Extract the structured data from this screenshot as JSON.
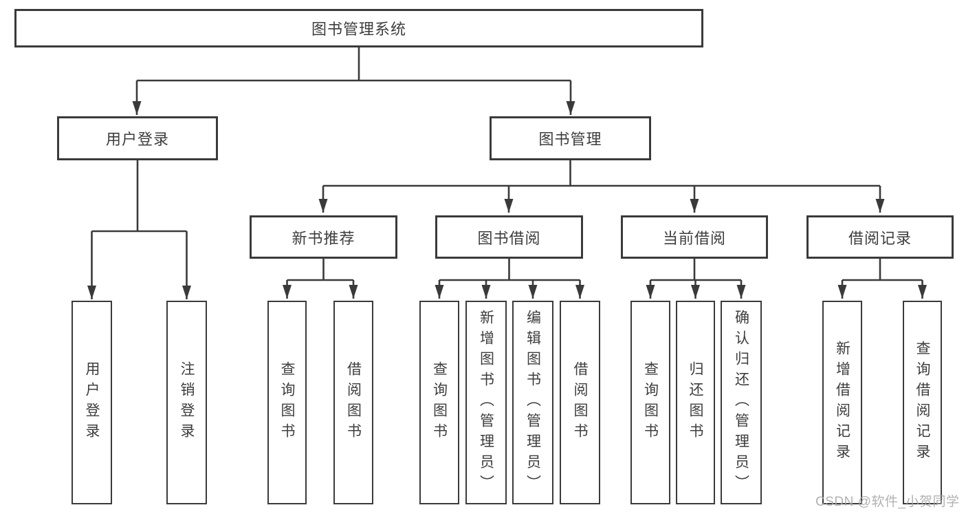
{
  "diagram": {
    "title_node": {
      "label": "图书管理系统"
    },
    "level2": [
      {
        "label": "用户登录"
      },
      {
        "label": "图书管理"
      }
    ],
    "level3": [
      {
        "label": "新书推荐"
      },
      {
        "label": "图书借阅"
      },
      {
        "label": "当前借阅"
      },
      {
        "label": "借阅记录"
      }
    ],
    "leaves": [
      {
        "label": "用户登录"
      },
      {
        "label": "注销登录"
      },
      {
        "label": "查询图书"
      },
      {
        "label": "借阅图书"
      },
      {
        "label": "查询图书"
      },
      {
        "label": "新增图书（管理员）"
      },
      {
        "label": "编辑图书（管理员）"
      },
      {
        "label": "借阅图书"
      },
      {
        "label": "查询图书"
      },
      {
        "label": "归还图书"
      },
      {
        "label": "确认归还（管理员）"
      },
      {
        "label": "新增借阅记录"
      },
      {
        "label": "查询借阅记录"
      }
    ]
  },
  "watermark": {
    "text": "CSDN @软件_小贺同学"
  },
  "colors": {
    "line": "#3a3a3a",
    "text": "#3d3d3d",
    "watermark": "#a8a8a8",
    "background": "#ffffff"
  }
}
